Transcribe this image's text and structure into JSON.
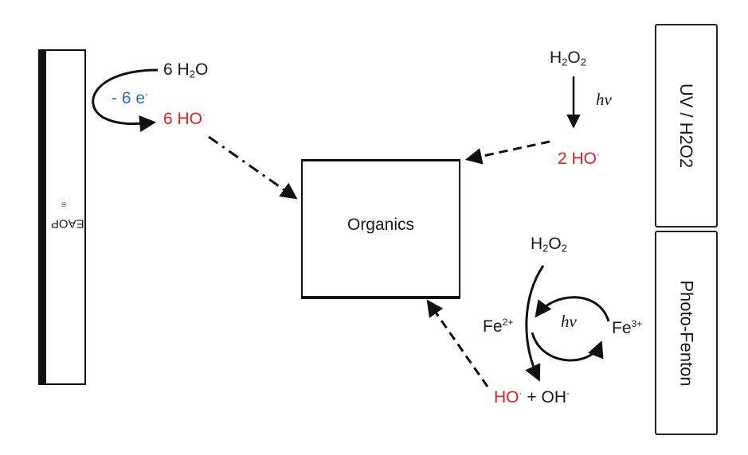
{
  "eaop": {
    "label": "EAOP",
    "mark": "®"
  },
  "anode": {
    "water": {
      "coef": "6 H",
      "sub": "2",
      "tail": "O"
    },
    "electrons": {
      "text": "- 6 e",
      "sup": "-"
    },
    "radical": {
      "text": "6 HO",
      "sup": "·"
    }
  },
  "organics": {
    "label": "Organics"
  },
  "uv_h2o2": {
    "box_label": "UV / H2O2",
    "reactant": {
      "a": "H",
      "sub1": "2",
      "b": "O",
      "sub2": "2"
    },
    "hv": "hν",
    "product": {
      "text": "2 HO",
      "sup": "·"
    }
  },
  "photo_fenton": {
    "box_label": "Photo-Fenton",
    "reactant": {
      "a": "H",
      "sub1": "2",
      "b": "O",
      "sub2": "2"
    },
    "fe2": {
      "text": "Fe",
      "sup": "2+"
    },
    "hv": "hν",
    "fe3": {
      "text": "Fe",
      "sup": "3+"
    },
    "products": {
      "radical": "HO",
      "radical_sup": "·",
      "plus": " + OH",
      "hydroxide_sup": "-"
    }
  },
  "colors": {
    "radical": "#e02020",
    "electrons": "#2b6db3",
    "ink": "#1a1a1a"
  }
}
